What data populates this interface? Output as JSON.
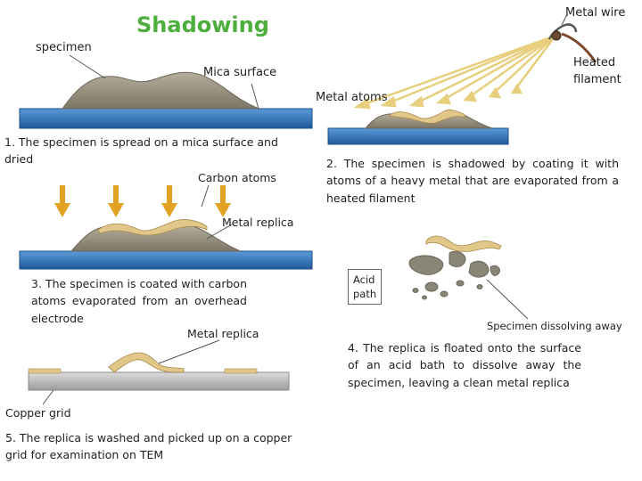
{
  "title": "Shadowing",
  "labels": {
    "specimen": "specimen",
    "mica_surface": "Mica surface",
    "metal_atoms": "Metal atoms",
    "metal_wire": "Metal wire",
    "heated_filament_1": "Heated",
    "heated_filament_2": "filament",
    "carbon_atoms": "Carbon atoms",
    "metal_replica_1": "Metal replica",
    "metal_replica_2": "Metal replica",
    "acid_bath_1": "Acid",
    "acid_bath_2": "path",
    "specimen_dissolving": "Specimen dissolving away",
    "copper_grid": "Copper grid"
  },
  "steps": [
    "1. The specimen is spread on a mica surface and dried",
    "2. The specimen is shadowed by coating it with atoms of a heavy metal that are evaporated from a heated filament",
    "3. The specimen is coated with carbon atoms evaporated from an overhead electrode",
    "4. The replica is floated onto the surface of an acid bath to dissolve away the specimen, leaving a clean metal replica",
    "5. The replica is washed and picked up on a copper grid for examination on TEM"
  ],
  "colors": {
    "title": "#4caf3c",
    "mica": "#2f6fb3",
    "specimen": "#8f8878",
    "metal": "#e2c78a",
    "arrows": "#e3a224",
    "rays": "#e7cf7d",
    "grid": "#b3b3b3"
  }
}
